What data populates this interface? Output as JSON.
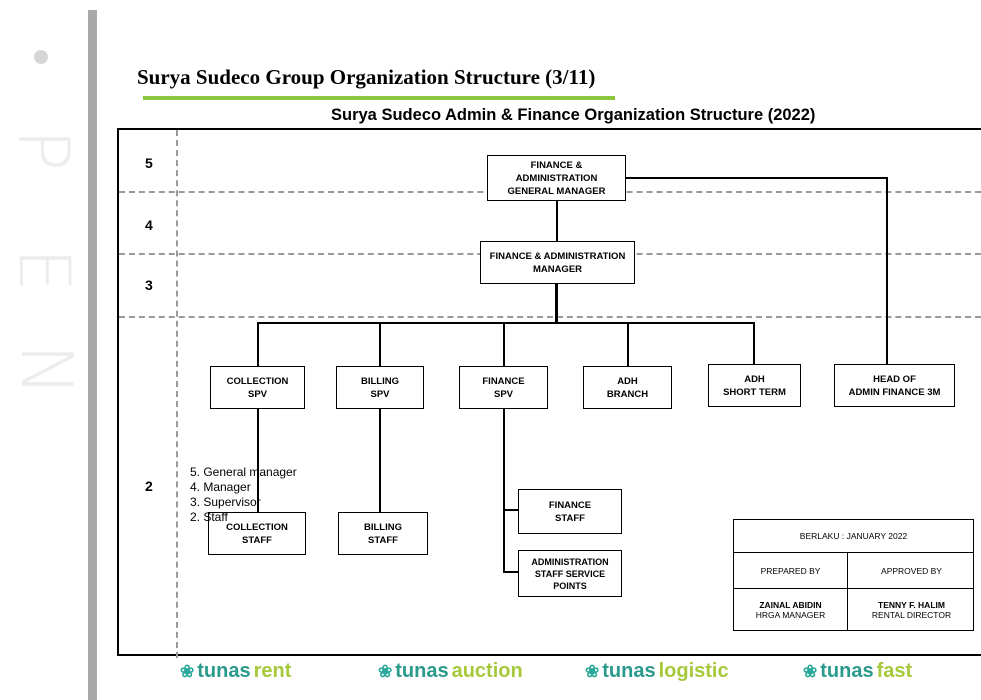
{
  "watermark": {
    "letters": [
      "P",
      "E",
      "N"
    ]
  },
  "doc_title": "Surya Sudeco Group Organization Structure (3/11)",
  "chart_title": "Surya Sudeco Admin & Finance Organization Structure (2022)",
  "levels": [
    "5",
    "4",
    "3",
    "2"
  ],
  "boxes": {
    "gm": "FINANCE &\nADMINISTRATION\nGENERAL MANAGER",
    "manager": "FINANCE & ADMINISTRATION\nMANAGER",
    "collection_spv": "COLLECTION\nSPV",
    "billing_spv": "BILLING\nSPV",
    "finance_spv": "FINANCE\nSPV",
    "adh_branch": "ADH\nBRANCH",
    "adh_short_term": "ADH\nSHORT TERM",
    "head_admin": "HEAD OF\nADMIN FINANCE 3M",
    "collection_staff": "COLLECTION\nSTAFF",
    "billing_staff": "BILLING\nSTAFF",
    "finance_staff": "FINANCE\nSTAFF",
    "admin_staff": "ADMINISTRATION\nSTAFF SERVICE\nPOINTS"
  },
  "legend": [
    "5. General manager",
    "4. Manager",
    "3. Supervisor",
    "2. Staff"
  ],
  "sign_table": {
    "effective": "BERLAKU :  JANUARY 2022",
    "prepared_label": "PREPARED BY",
    "approved_label": "APPROVED BY",
    "prepared_name": "ZAINAL ABIDIN",
    "prepared_role": "HRGA MANAGER",
    "approved_name": "TENNY F. HALIM",
    "approved_role": "RENTAL DIRECTOR"
  },
  "brands": [
    {
      "a": "tunas",
      "b": "rent"
    },
    {
      "a": "tunas",
      "b": "auction"
    },
    {
      "a": "tunas",
      "b": "logistic"
    },
    {
      "a": "tunas",
      "b": "fast"
    }
  ],
  "colors": {
    "accent_green": "#8dc63f",
    "brand_teal": "#2a9a8c",
    "brand_lime": "#a6c93b"
  }
}
